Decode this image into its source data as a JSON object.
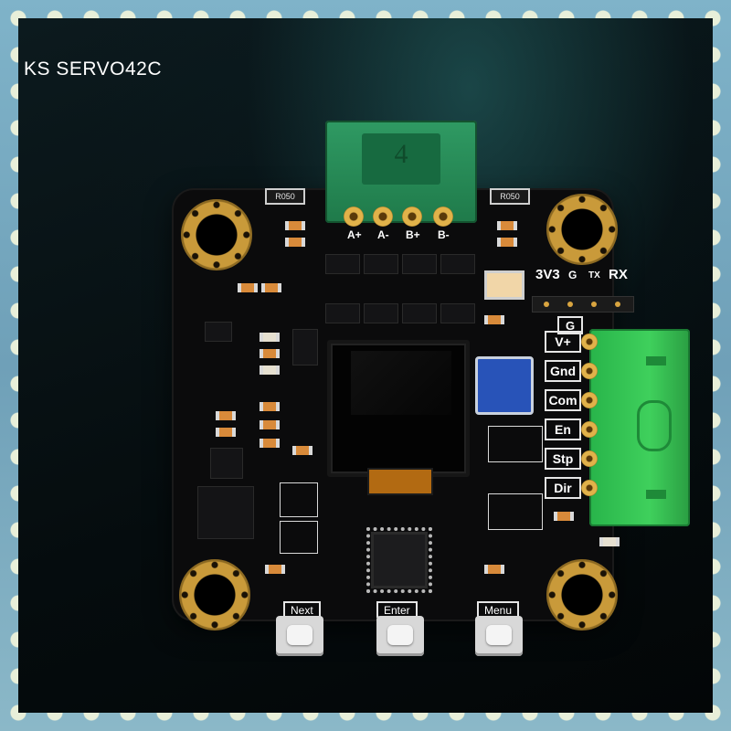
{
  "product_title": "KS SERVO42C",
  "motor_connector": {
    "number": "4",
    "pins": [
      "A+",
      "A-",
      "B+",
      "B-"
    ]
  },
  "resistor_labels": [
    "R050",
    "R050"
  ],
  "header": {
    "pins": [
      "3V3",
      "G",
      "TX",
      "RX"
    ],
    "ground_tag": "G"
  },
  "signal_connector": {
    "pins": [
      "V+",
      "Gnd",
      "Com",
      "En",
      "Stp",
      "Dir"
    ]
  },
  "buttons": [
    {
      "label": "Next"
    },
    {
      "label": "Enter"
    },
    {
      "label": "Menu"
    }
  ],
  "colors": {
    "pcb": "#0b0b0c",
    "motor_connector": "#2f9a63",
    "signal_connector": "#3fd05c",
    "mounting_pad": "#c99a3a",
    "potentiometer": "#2853b8"
  }
}
